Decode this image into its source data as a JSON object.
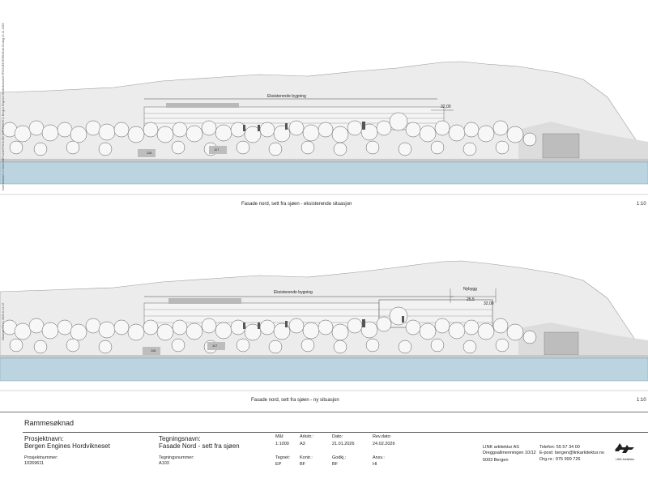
{
  "elevation_top": {
    "caption": "Fasade nord, sett fra sjøen - eksisterende situasjon",
    "scale": "1:10",
    "existing_label": "Eksisterende bygning",
    "height_label": "32,00",
    "tag_a": "116",
    "tag_b": "117",
    "side_text": "Oversiktskart: C:\\Users\\BF\\LINK\\PROSJEKTER\\10269611 Bergen Engines Hordvikneset\\3 PROSJEKTERING\\A103.dwg  21.01.2026"
  },
  "elevation_bottom": {
    "caption": "Fasade nord, sett fra sjøen - ny situasjon",
    "scale": "1:10",
    "existing_label": "Eksisterende bygning",
    "new_label": "Nybygg",
    "height_label_a": "25,5",
    "height_label_b": "32,00",
    "tag_a": "116",
    "tag_b": "117",
    "side_text": "Situasjon 21.01.2026 kl 14:12"
  },
  "title_block": {
    "application": "Rammesøknad",
    "project_name_label": "Prosjektnavn:",
    "project_name": "Bergen Engines Hordvikneset",
    "project_number_label": "Prosjektnummer:",
    "project_number": "10269611",
    "drawing_name_label": "Tegningsnavn:",
    "drawing_name": "Fasade Nord - sett fra sjøen",
    "drawing_number_label": "Tegningsnummer:",
    "drawing_number": "A103",
    "scale_label": "Mål:",
    "scale": "1:1000",
    "format_label": "Arkstr.:",
    "format": "A3",
    "date_label": "Dato:",
    "date": "21.01.2026",
    "rev_label": "Rev.dato:",
    "rev": "24.02.2026",
    "drawn_label": "Tegnet:",
    "drawn": "EP",
    "checked_label": "Kontr.:",
    "checked": "BF",
    "approved_label": "Godkj.:",
    "approved": "BF",
    "resp_label": "Ansv.:",
    "resp": "HI",
    "company": "LINK arkitektur AS",
    "address1": "Dreggsallmenningen 10/12",
    "address2": "5003 Bergen",
    "phone": "Telefon: 55 57 34 00",
    "email": "E-post:  bergen@linkarkitektur.no",
    "orgnr": "Org.nr.: 975 999 726",
    "logo_text": "LINK Arkitektur"
  },
  "colors": {
    "water": "#bcd4e0",
    "terrain": "#d7d7d7",
    "building": "#b9b9b9",
    "line": "#444444"
  }
}
